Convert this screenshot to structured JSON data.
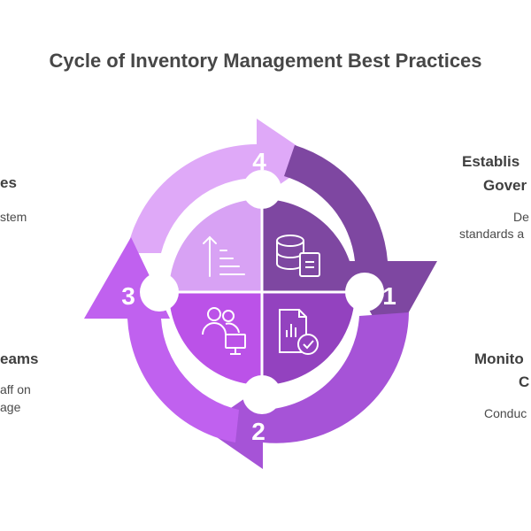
{
  "title": "Cycle of Inventory Management Best Practices",
  "steps": [
    {
      "number": "1",
      "heading_line1": "Establis",
      "heading_line2": "Gover",
      "desc_line1": "De",
      "desc_line2": "standards a",
      "color": "#7E48A0"
    },
    {
      "number": "2",
      "heading_line1": "Monito",
      "heading_line2": "C",
      "desc_line1": "Conduc",
      "color": "#A24FCC"
    },
    {
      "number": "3",
      "heading_line1": "eams",
      "desc_line1": "aff on",
      "desc_line2": "age",
      "color": "#C268F1"
    },
    {
      "number": "4",
      "heading_line1": "",
      "heading_line2": "es",
      "desc_line1": "stem",
      "color": "#DDA4F8"
    }
  ],
  "icons": {
    "q1": "database-document-icon",
    "q2": "chart-check-icon",
    "q3": "users-monitor-icon",
    "q4": "sort-ascending-icon"
  },
  "colors": {
    "tl": "#DCA8F7",
    "tr": "#7E47A1",
    "br": "#9243BE",
    "bl": "#B94FE6",
    "text": "#474747"
  }
}
